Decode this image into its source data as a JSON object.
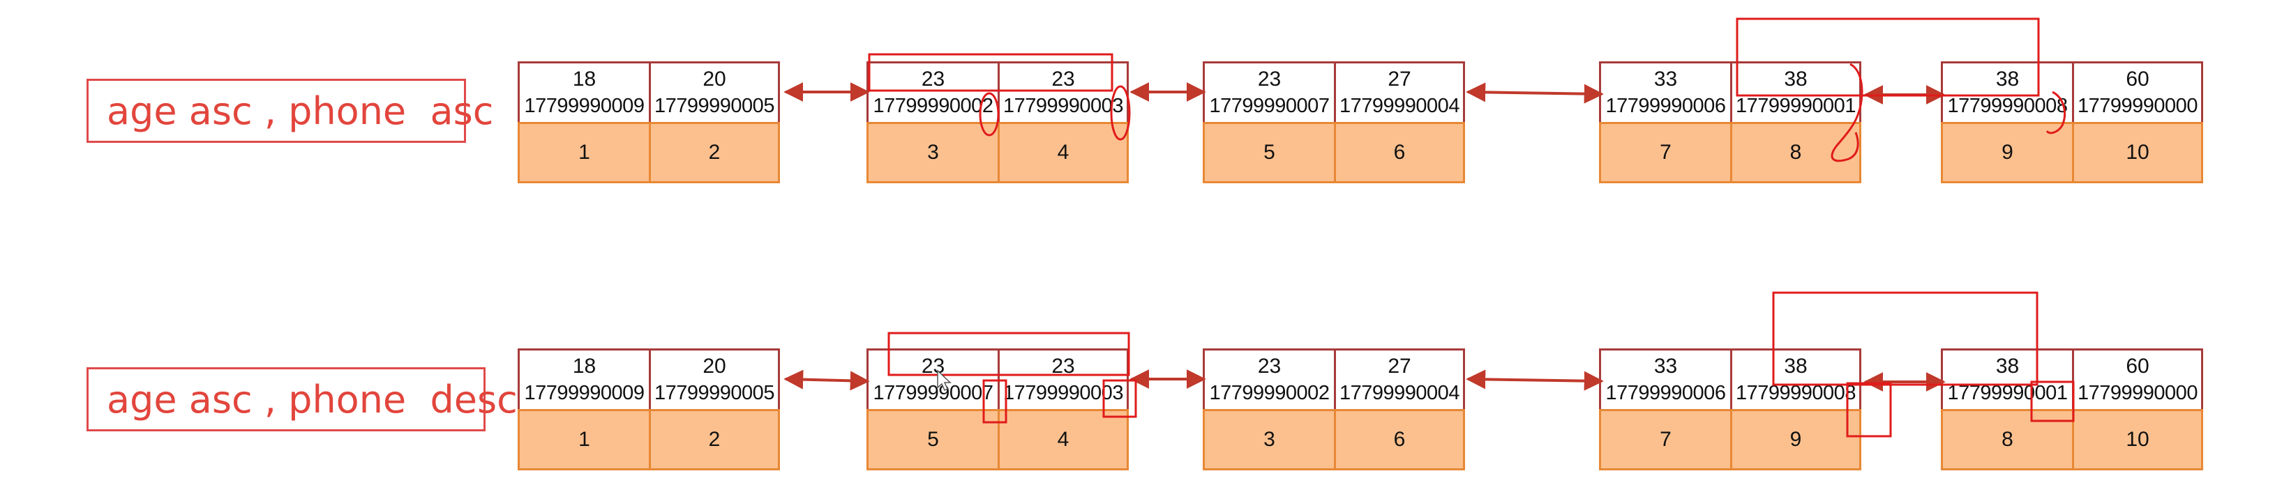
{
  "rows": [
    {
      "label": "age asc , phone  asc",
      "nodes": [
        {
          "entries": [
            {
              "age": "18",
              "phone": "17799990009",
              "id": "1"
            },
            {
              "age": "20",
              "phone": "17799990005",
              "id": "2"
            }
          ]
        },
        {
          "entries": [
            {
              "age": "23",
              "phone": "17799990002",
              "id": "3"
            },
            {
              "age": "23",
              "phone": "17799990003",
              "id": "4"
            }
          ]
        },
        {
          "entries": [
            {
              "age": "23",
              "phone": "17799990007",
              "id": "5"
            },
            {
              "age": "27",
              "phone": "17799990004",
              "id": "6"
            }
          ]
        },
        {
          "entries": [
            {
              "age": "33",
              "phone": "17799990006",
              "id": "7"
            },
            {
              "age": "38",
              "phone": "17799990001",
              "id": "8"
            }
          ]
        },
        {
          "entries": [
            {
              "age": "38",
              "phone": "17799990008",
              "id": "9"
            },
            {
              "age": "60",
              "phone": "17799990000",
              "id": "10"
            }
          ]
        }
      ]
    },
    {
      "label": "age asc , phone  desc",
      "nodes": [
        {
          "entries": [
            {
              "age": "18",
              "phone": "17799990009",
              "id": "1"
            },
            {
              "age": "20",
              "phone": "17799990005",
              "id": "2"
            }
          ]
        },
        {
          "entries": [
            {
              "age": "23",
              "phone": "17799990007",
              "id": "5"
            },
            {
              "age": "23",
              "phone": "17799990003",
              "id": "4"
            }
          ]
        },
        {
          "entries": [
            {
              "age": "23",
              "phone": "17799990002",
              "id": "3"
            },
            {
              "age": "27",
              "phone": "17799990004",
              "id": "6"
            }
          ]
        },
        {
          "entries": [
            {
              "age": "33",
              "phone": "17799990006",
              "id": "7"
            },
            {
              "age": "38",
              "phone": "17799990008",
              "id": "9"
            }
          ]
        },
        {
          "entries": [
            {
              "age": "38",
              "phone": "17799990001",
              "id": "8"
            },
            {
              "age": "60",
              "phone": "17799990000",
              "id": "10"
            }
          ]
        }
      ]
    }
  ],
  "colors": {
    "label": "#e2453c",
    "node_border": "#a83a3a",
    "id_fill": "#fcc08e",
    "id_border": "#e88835",
    "arrow": "#c0392b",
    "annotation": "#e01b1b"
  }
}
